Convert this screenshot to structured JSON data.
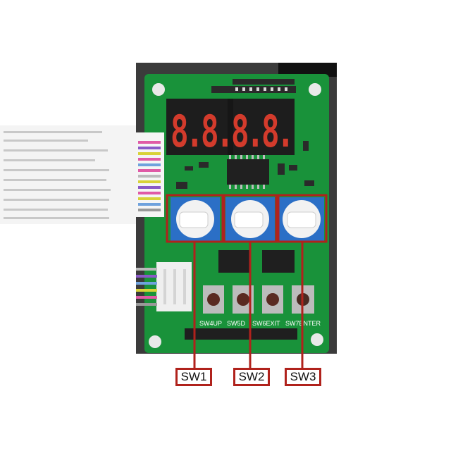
{
  "board": {
    "digits": "8.8.8.8.",
    "silkscreen": {
      "sw4": "SW4UP",
      "sw5": "SW5D",
      "sw6": "SW6EXIT",
      "sw7": "SW7ENTER"
    },
    "colors": {
      "pcb": "#19923a",
      "display_segment": "#d33b2c",
      "potentiometer": "#2b6fc6",
      "callout": "#b0221c"
    }
  },
  "callouts": [
    {
      "label": "SW1"
    },
    {
      "label": "SW2"
    },
    {
      "label": "SW3"
    }
  ]
}
